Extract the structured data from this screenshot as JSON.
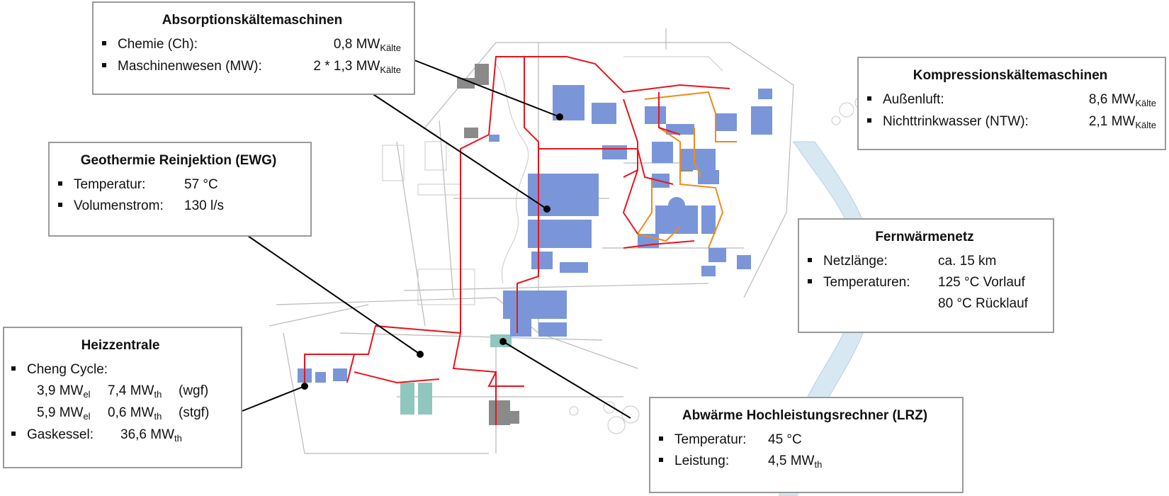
{
  "absorption": {
    "title": "Absorptionskältemaschinen",
    "rows": [
      {
        "label": "Chemie (Ch):",
        "value": "0,8 MW",
        "sub": "Kälte"
      },
      {
        "label": "Maschinenwesen (MW):",
        "value": "2 * 1,3 MW",
        "sub": "Kälte"
      }
    ]
  },
  "kompression": {
    "title": "Kompressionskältemaschinen",
    "rows": [
      {
        "label": "Außenluft:",
        "value": "8,6 MW",
        "sub": "Kälte"
      },
      {
        "label": "Nichttrinkwasser (NTW):",
        "value": "2,1 MW",
        "sub": "Kälte"
      }
    ]
  },
  "geothermie": {
    "title": "Geothermie Reinjektion (EWG)",
    "rows": [
      {
        "label": "Temperatur:",
        "value": "57 °C"
      },
      {
        "label": "Volumenstrom:",
        "value": "130 l/s"
      }
    ]
  },
  "fernwaerme": {
    "title": "Fernwärmenetz",
    "rows": [
      {
        "label": "Netzlänge:",
        "value": "ca. 15 km"
      },
      {
        "label": "Temperaturen:",
        "value": "125 °C Vorlauf",
        "value2": "80 °C Rücklauf"
      }
    ]
  },
  "heizzentrale": {
    "title": "Heizzentrale",
    "cheng_label": "Cheng Cycle:",
    "cheng_rows": [
      {
        "el": "3,9 MW",
        "el_sub": "el",
        "th": "7,4 MW",
        "th_sub": "th",
        "mode": "(wgf)"
      },
      {
        "el": "5,9 MW",
        "el_sub": "el",
        "th": "0,6 MW",
        "th_sub": "th",
        "mode": "(stgf)"
      }
    ],
    "gas_label": "Gaskessel:",
    "gas_value": "36,6 MW",
    "gas_sub": "th"
  },
  "abwaerme": {
    "title": "Abwärme Hochleistungsrechner (LRZ)",
    "rows": [
      {
        "label": "Temperatur:",
        "value": "45 °C"
      },
      {
        "label": "Leistung:",
        "value": "4,5 MW",
        "sub": "th"
      }
    ]
  },
  "colors": {
    "building": "#7a96d8",
    "heating_network": "#e8141c",
    "cooling_network": "#f08a1c",
    "river": "#cfe4f0",
    "lrz": "#7fbcb4",
    "leader": "#000000"
  }
}
